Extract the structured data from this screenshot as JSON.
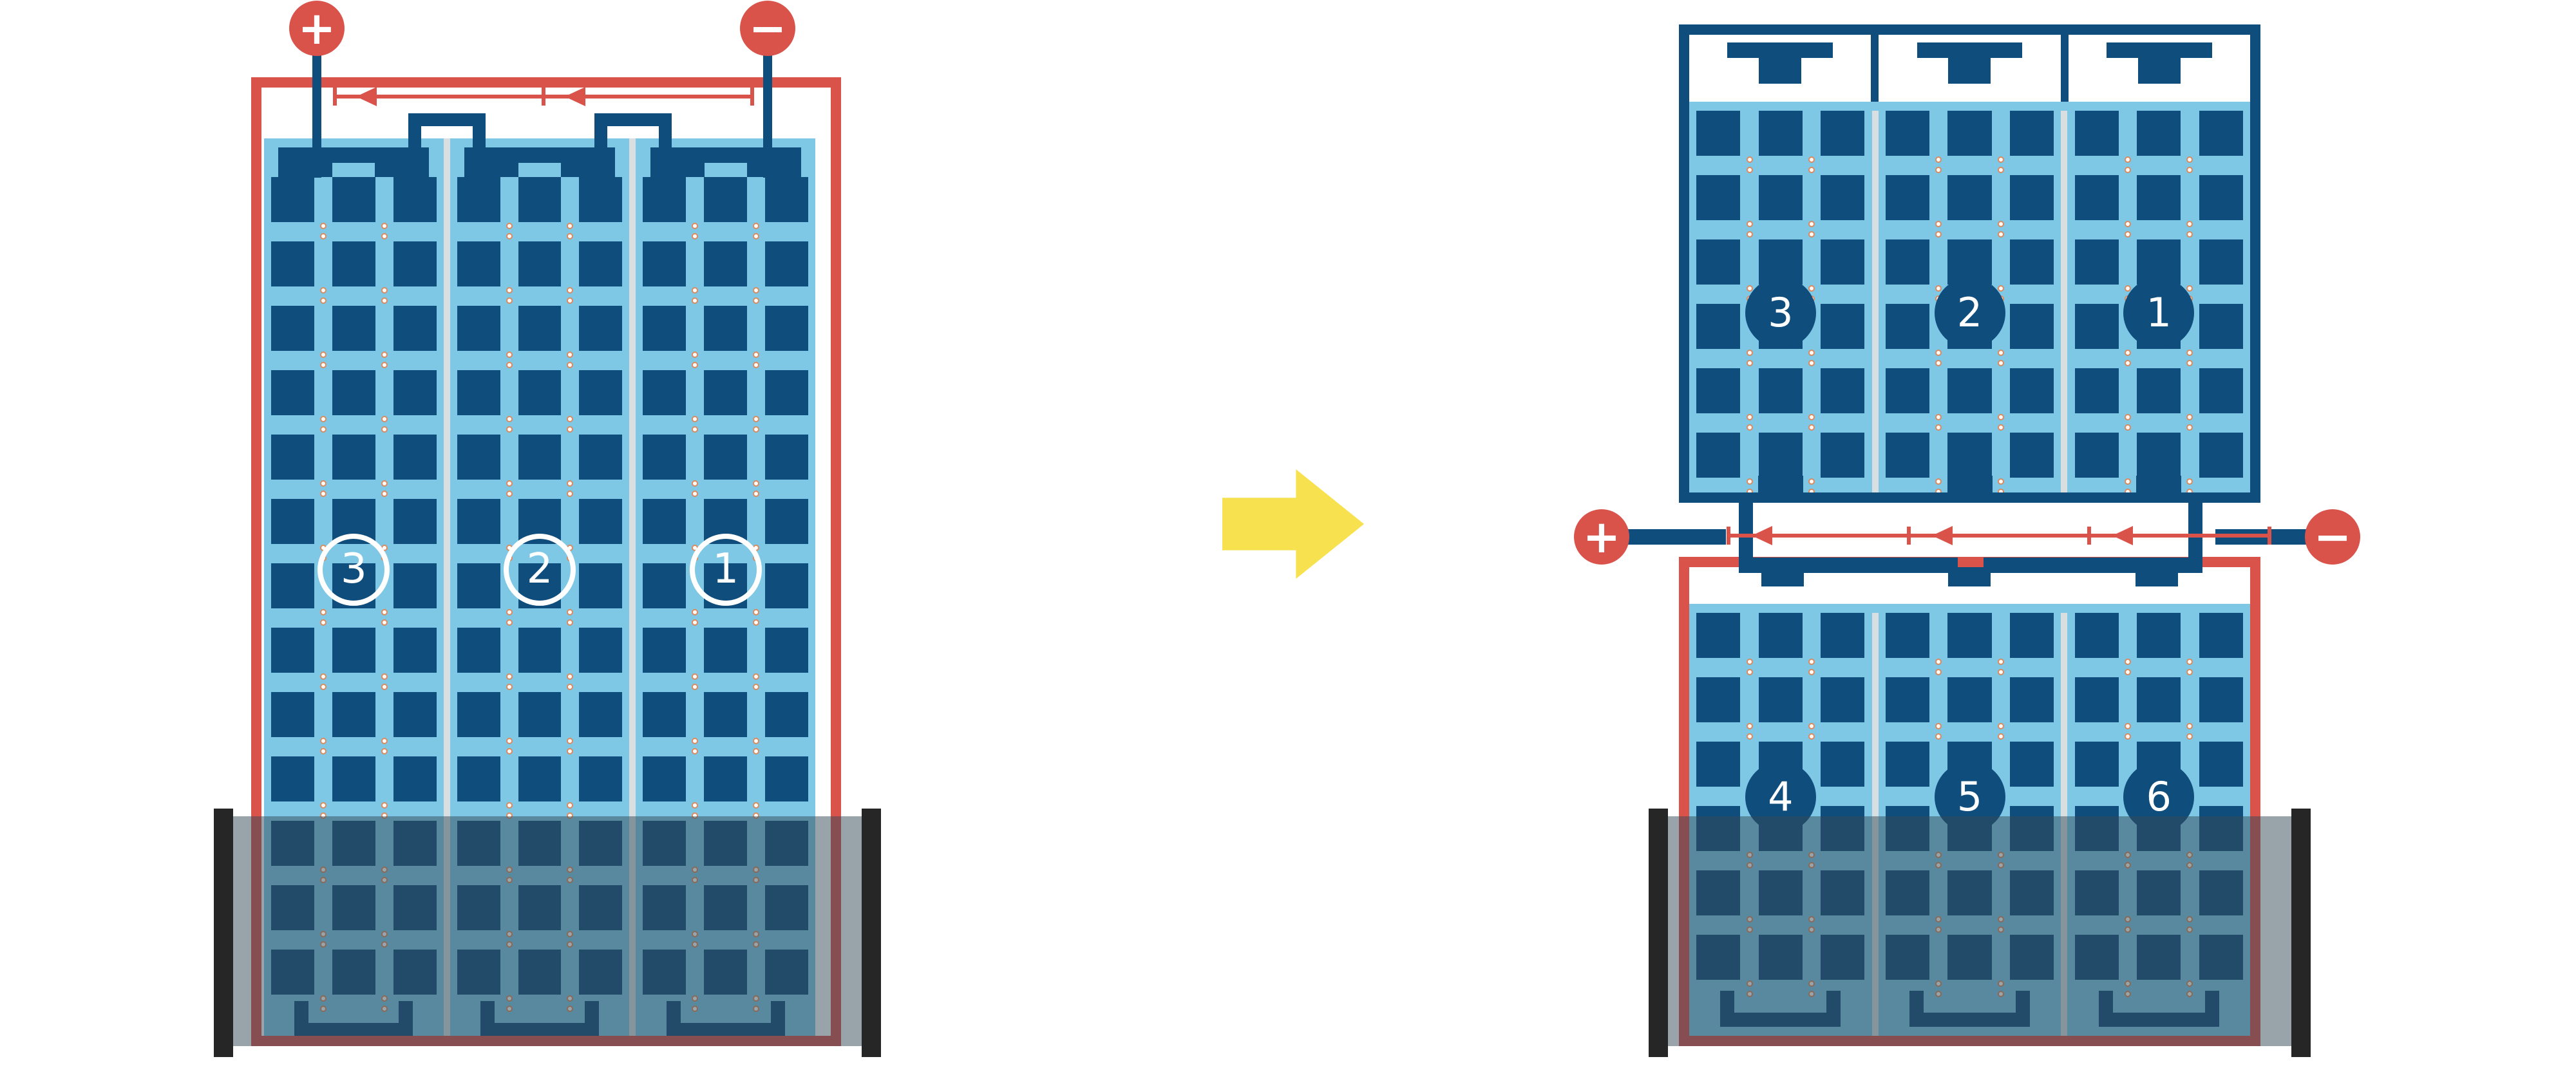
{
  "colors": {
    "red": "#D9534B",
    "dark_blue": "#0F4D7D",
    "light_blue": "#7EC8E6",
    "divider": "#D9DEE0",
    "shade": "rgba(52, 73, 85, 0.5)",
    "post": "#262626",
    "yellow": "#F7E14E",
    "dot_fill": "#FFFFFF",
    "dot_ring": "#DC8A5E"
  },
  "left_panel": {
    "terminals": {
      "plus": "+",
      "minus": "−"
    },
    "sections": [
      "3",
      "2",
      "1"
    ],
    "rows": 13
  },
  "right_panel": {
    "terminals": {
      "plus": "+",
      "minus": "−"
    },
    "top": {
      "sections": [
        "3",
        "2",
        "1"
      ],
      "rows": 6
    },
    "bottom": {
      "sections": [
        "4",
        "5",
        "6"
      ],
      "rows": 6
    }
  }
}
